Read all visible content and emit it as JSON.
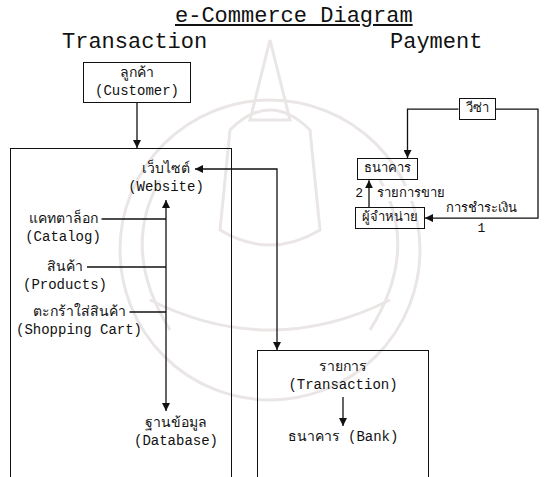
{
  "diagram": {
    "title": "e-Commerce Diagram",
    "nodes": [
      {
        "text": [
          "ลูกค้า (Customer)"
        ]
      },
      {
        "text": [
          "เว็บไซต์ (Website)",
          "แคทตาล็อก (Catalog)",
          "สินค้า (Products)",
          "ตะกร้าใส่สินค้า (Shopping Cart)",
          "ฐานข้อมูล (Database)"
        ]
      },
      {
        "text": [
          "รายการ (Transaction)",
          "ธนาคาร (Bank)"
        ]
      },
      {
        "text": [
          "วีซ่า"
        ]
      },
      {
        "text": [
          "ธนาคาร"
        ]
      },
      {
        "text": [
          "ผู้จำหน่าย"
        ]
      }
    ],
    "edges": [
      {
        "from": 0,
        "to": 1,
        "arrow": "to"
      },
      {
        "from": 1,
        "to": 2,
        "arrow": "both"
      },
      {
        "from": 3,
        "to": 4,
        "arrow": "to"
      },
      {
        "from": 5,
        "to": 4,
        "label": "รายการขาย",
        "arrow": "to"
      },
      {
        "from": 3,
        "to": 5,
        "label": "การชำระเงิน",
        "arrow": "to"
      }
    ],
    "labels": [
      "Transaction",
      "Payment",
      "2",
      "1"
    ]
  }
}
